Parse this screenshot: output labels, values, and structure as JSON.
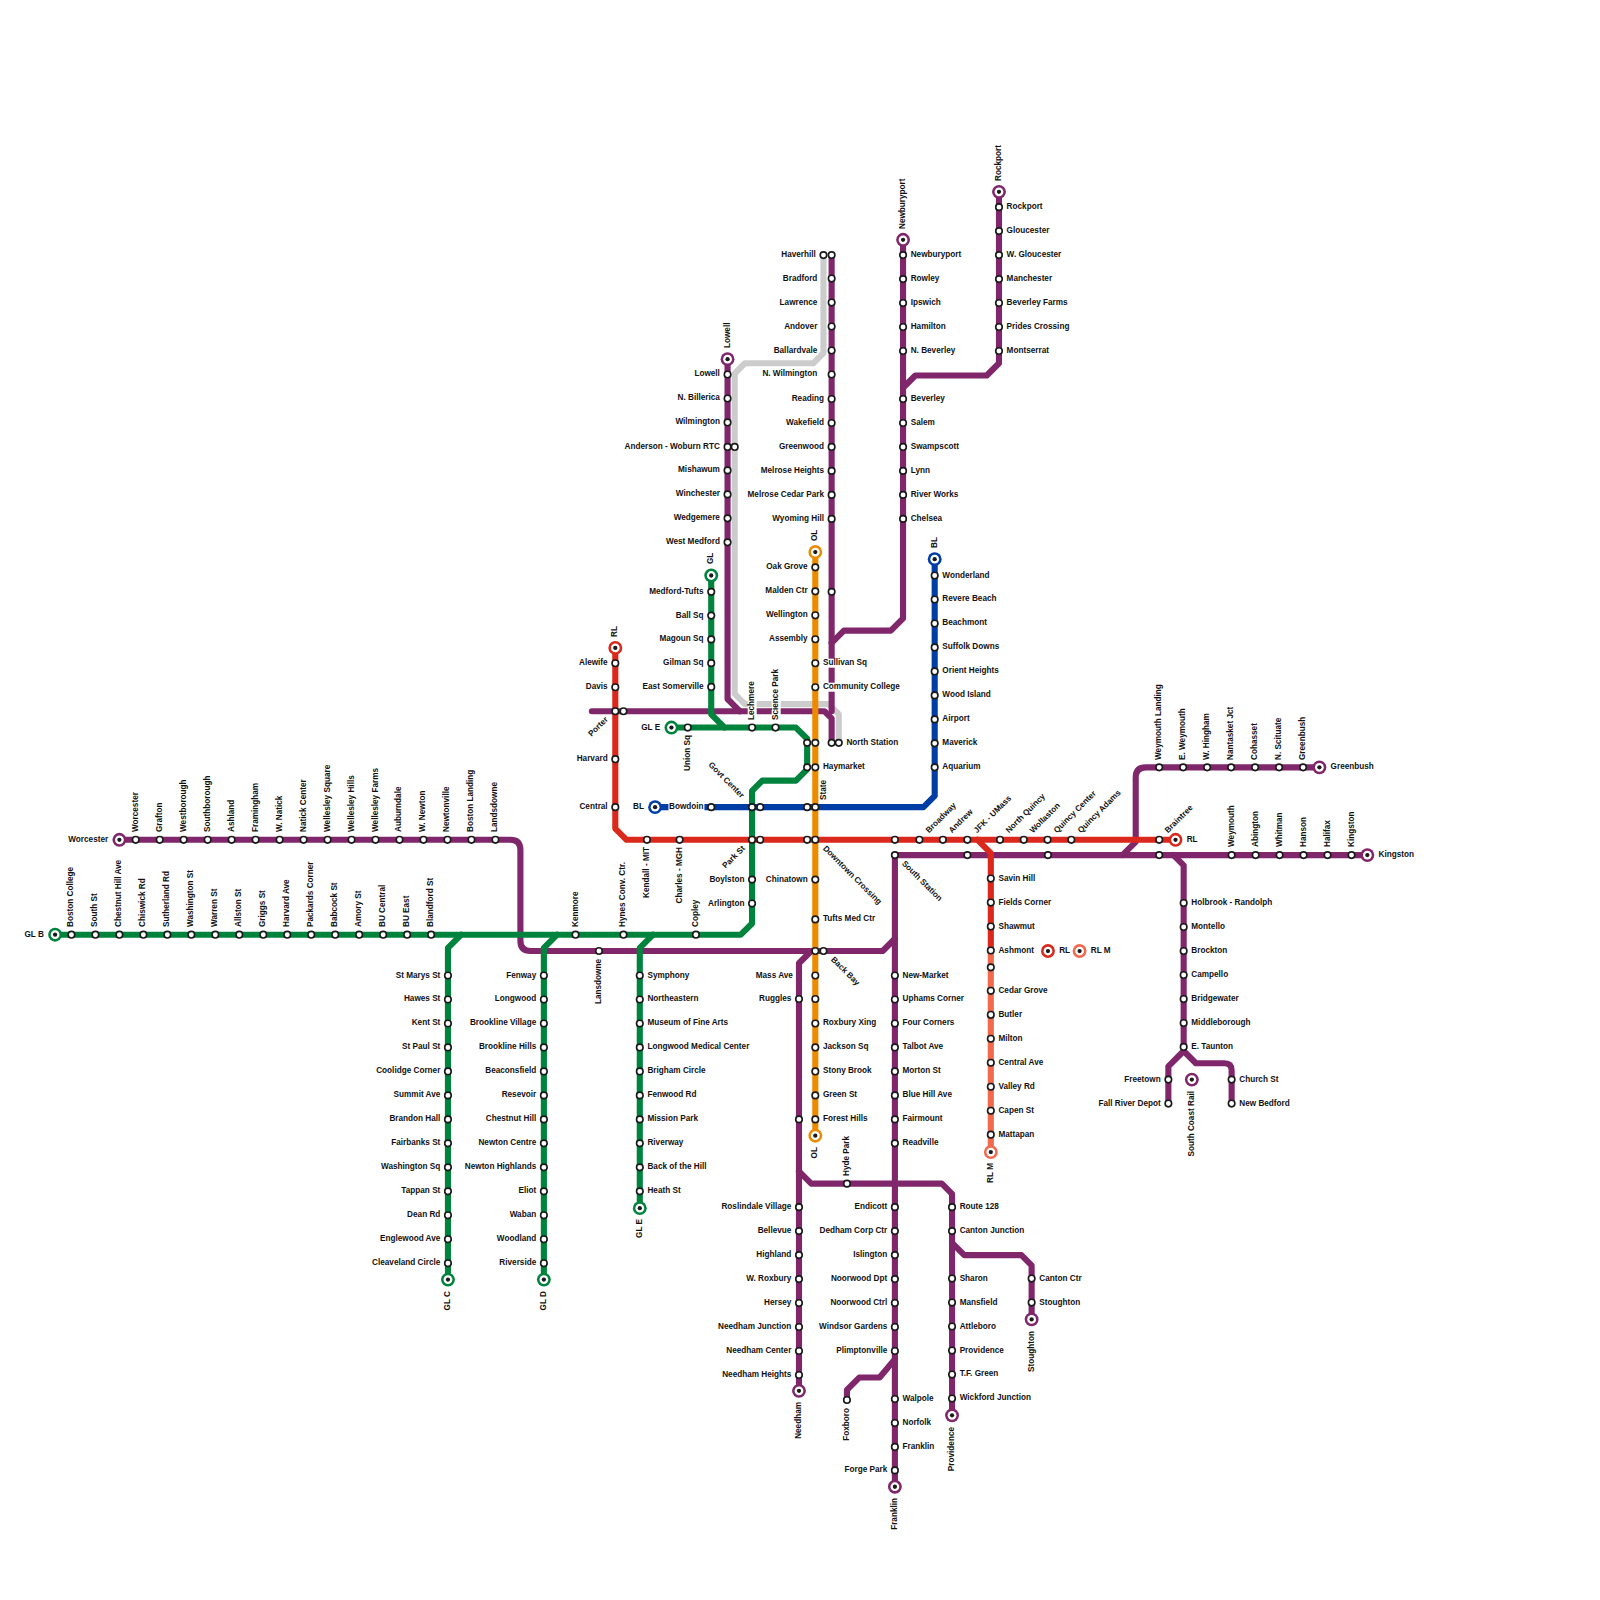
{
  "diagram": {
    "labels": [
      "RL",
      "Alewife",
      "Davis",
      "Porter",
      "Harvard",
      "Central",
      "Kendall - MIT",
      "Charles - MGH",
      "Park St",
      "Downtown Crossing",
      "South Station",
      "Broadway",
      "Andrew",
      "JFK - UMass",
      "North Quincy",
      "Wollaston",
      "Quincy Center",
      "Quincy Adams",
      "Braintree",
      "RL",
      "Savin Hill",
      "Fields Corner",
      "Shawmut",
      "Ashmont",
      "RL",
      "RL M",
      "Cedar Grove",
      "Butler",
      "Milton",
      "Central Ave",
      "Valley Rd",
      "Capen St",
      "Mattapan",
      "RL M",
      "GL",
      "Medford-Tufts",
      "Ball Sq",
      "Magoun Sq",
      "Gilman Sq",
      "East Somerville",
      "GL E",
      "Union Sq",
      "Lechmere",
      "Science Park",
      "North Station",
      "Haymarket",
      "Govt Center",
      "State",
      "Bowdoin",
      "BL",
      "Boylston",
      "Arlington",
      "Copley",
      "Hynes Conv. Ctr.",
      "Kenmore",
      "Boston College",
      "South St",
      "Chestnut Hill Ave",
      "Chiswick Rd",
      "Sutherland Rd",
      "Washington St",
      "Warren St",
      "Allston St",
      "Griggs St",
      "Harvard Ave",
      "Packards Corner",
      "Babcock St",
      "Amory St",
      "BU Central",
      "BU East",
      "Blandford St",
      "GL B",
      "St Marys St",
      "Hawes St",
      "Kent St",
      "St Paul St",
      "Coolidge Corner",
      "Summit Ave",
      "Brandon Hall",
      "Fairbanks St",
      "Washington Sq",
      "Tappan St",
      "Dean Rd",
      "Englewood Ave",
      "Cleaveland Circle",
      "GL C",
      "Fenway",
      "Longwood",
      "Brookline Village",
      "Brookline Hills",
      "Beaconsfield",
      "Resevoir",
      "Chestnut Hill",
      "Newton Centre",
      "Newton Highlands",
      "Eliot",
      "Waban",
      "Woodland",
      "Riverside",
      "GL D",
      "Symphony",
      "Northeastern",
      "Museum of Fine Arts",
      "Longwood Medical Center",
      "Brigham Circle",
      "Fenwood Rd",
      "Mission Park",
      "Riverway",
      "Back of the Hill",
      "Heath St",
      "GL E",
      "OL",
      "Oak Grove",
      "Malden Ctr",
      "Wellington",
      "Assembly",
      "Sullivan Sq",
      "Community College",
      "Chinatown",
      "Tufts Med Ctr",
      "Back Bay",
      "Mass Ave",
      "Ruggles",
      "Roxbury Xing",
      "Jackson Sq",
      "Stony Brook",
      "Green St",
      "Forest Hills",
      "OL",
      "BL",
      "Wonderland",
      "Revere Beach",
      "Beachmont",
      "Suffolk Downs",
      "Orient Heights",
      "Wood Island",
      "Airport",
      "Maverick",
      "Aquarium",
      "Haverhill",
      "Bradford",
      "Lawrence",
      "Andover",
      "Ballardvale",
      "N. Wilmington",
      "Reading",
      "Wakefield",
      "Greenwood",
      "Melrose Heights",
      "Melrose Cedar Park",
      "Wyoming Hill",
      "Lowell",
      "Lowell",
      "N. Billerica",
      "Wilmington",
      "Anderson - Woburn RTC",
      "Mishawum",
      "Winchester",
      "Wedgemere",
      "West Medford",
      "Newburyport",
      "Newburyport",
      "Rowley",
      "Ipswich",
      "Hamilton",
      "N. Beverley",
      "Beverley",
      "Salem",
      "Swampscott",
      "Lynn",
      "River Works",
      "Chelsea",
      "Rockport",
      "Rockport",
      "Gloucester",
      "W. Gloucester",
      "Manchester",
      "Beverley Farms",
      "Prides Crossing",
      "Montserrat",
      "Worcester",
      "Worcester",
      "Grafton",
      "Westborough",
      "Southborough",
      "Ashland",
      "Framingham",
      "W. Natick",
      "Natick Center",
      "Wellesley Square",
      "Wellesley Hills",
      "Wellesley Farms",
      "Auburndale",
      "W. Newton",
      "Newtonville",
      "Boston Landing",
      "Landsdowne",
      "Lansdowne",
      "Hyde Park",
      "Roslindale Village",
      "Bellevue",
      "Highland",
      "W. Roxbury",
      "Hersey",
      "Needham Junction",
      "Needham Center",
      "Needham Heights",
      "Needham",
      "New-Market",
      "Uphams Corner",
      "Four Corners",
      "Talbot Ave",
      "Morton St",
      "Blue Hill Ave",
      "Fairmount",
      "Readville",
      "Endicott",
      "Dedham Corp Ctr",
      "Islington",
      "Noorwood Dpt",
      "Noorwood Ctrl",
      "Windsor Gardens",
      "Plimptonville",
      "Foxboro",
      "Walpole",
      "Norfolk",
      "Franklin",
      "Forge Park",
      "Franklin",
      "Route 128",
      "Canton Junction",
      "Canton Ctr",
      "Stoughton",
      "Stoughton",
      "Sharon",
      "Mansfield",
      "Attleboro",
      "Providence",
      "T.F. Green",
      "Wickford Junction",
      "Providence",
      "Weymouth",
      "Abington",
      "Whitman",
      "Hanson",
      "Halifax",
      "Kingston",
      "Kingston",
      "Weymouth Landing",
      "E. Weymouth",
      "W. Hingham",
      "Nantasket Jct",
      "Cohasset",
      "N. Scituate",
      "Greenbush",
      "Greenbush",
      "Holbrook - Randolph",
      "Montello",
      "Brockton",
      "Campello",
      "Bridgewater",
      "Middleborough",
      "E. Taunton",
      "Freetown",
      "Fall River Depot",
      "Church St",
      "New Bedford",
      "South Coast Rail"
    ]
  }
}
